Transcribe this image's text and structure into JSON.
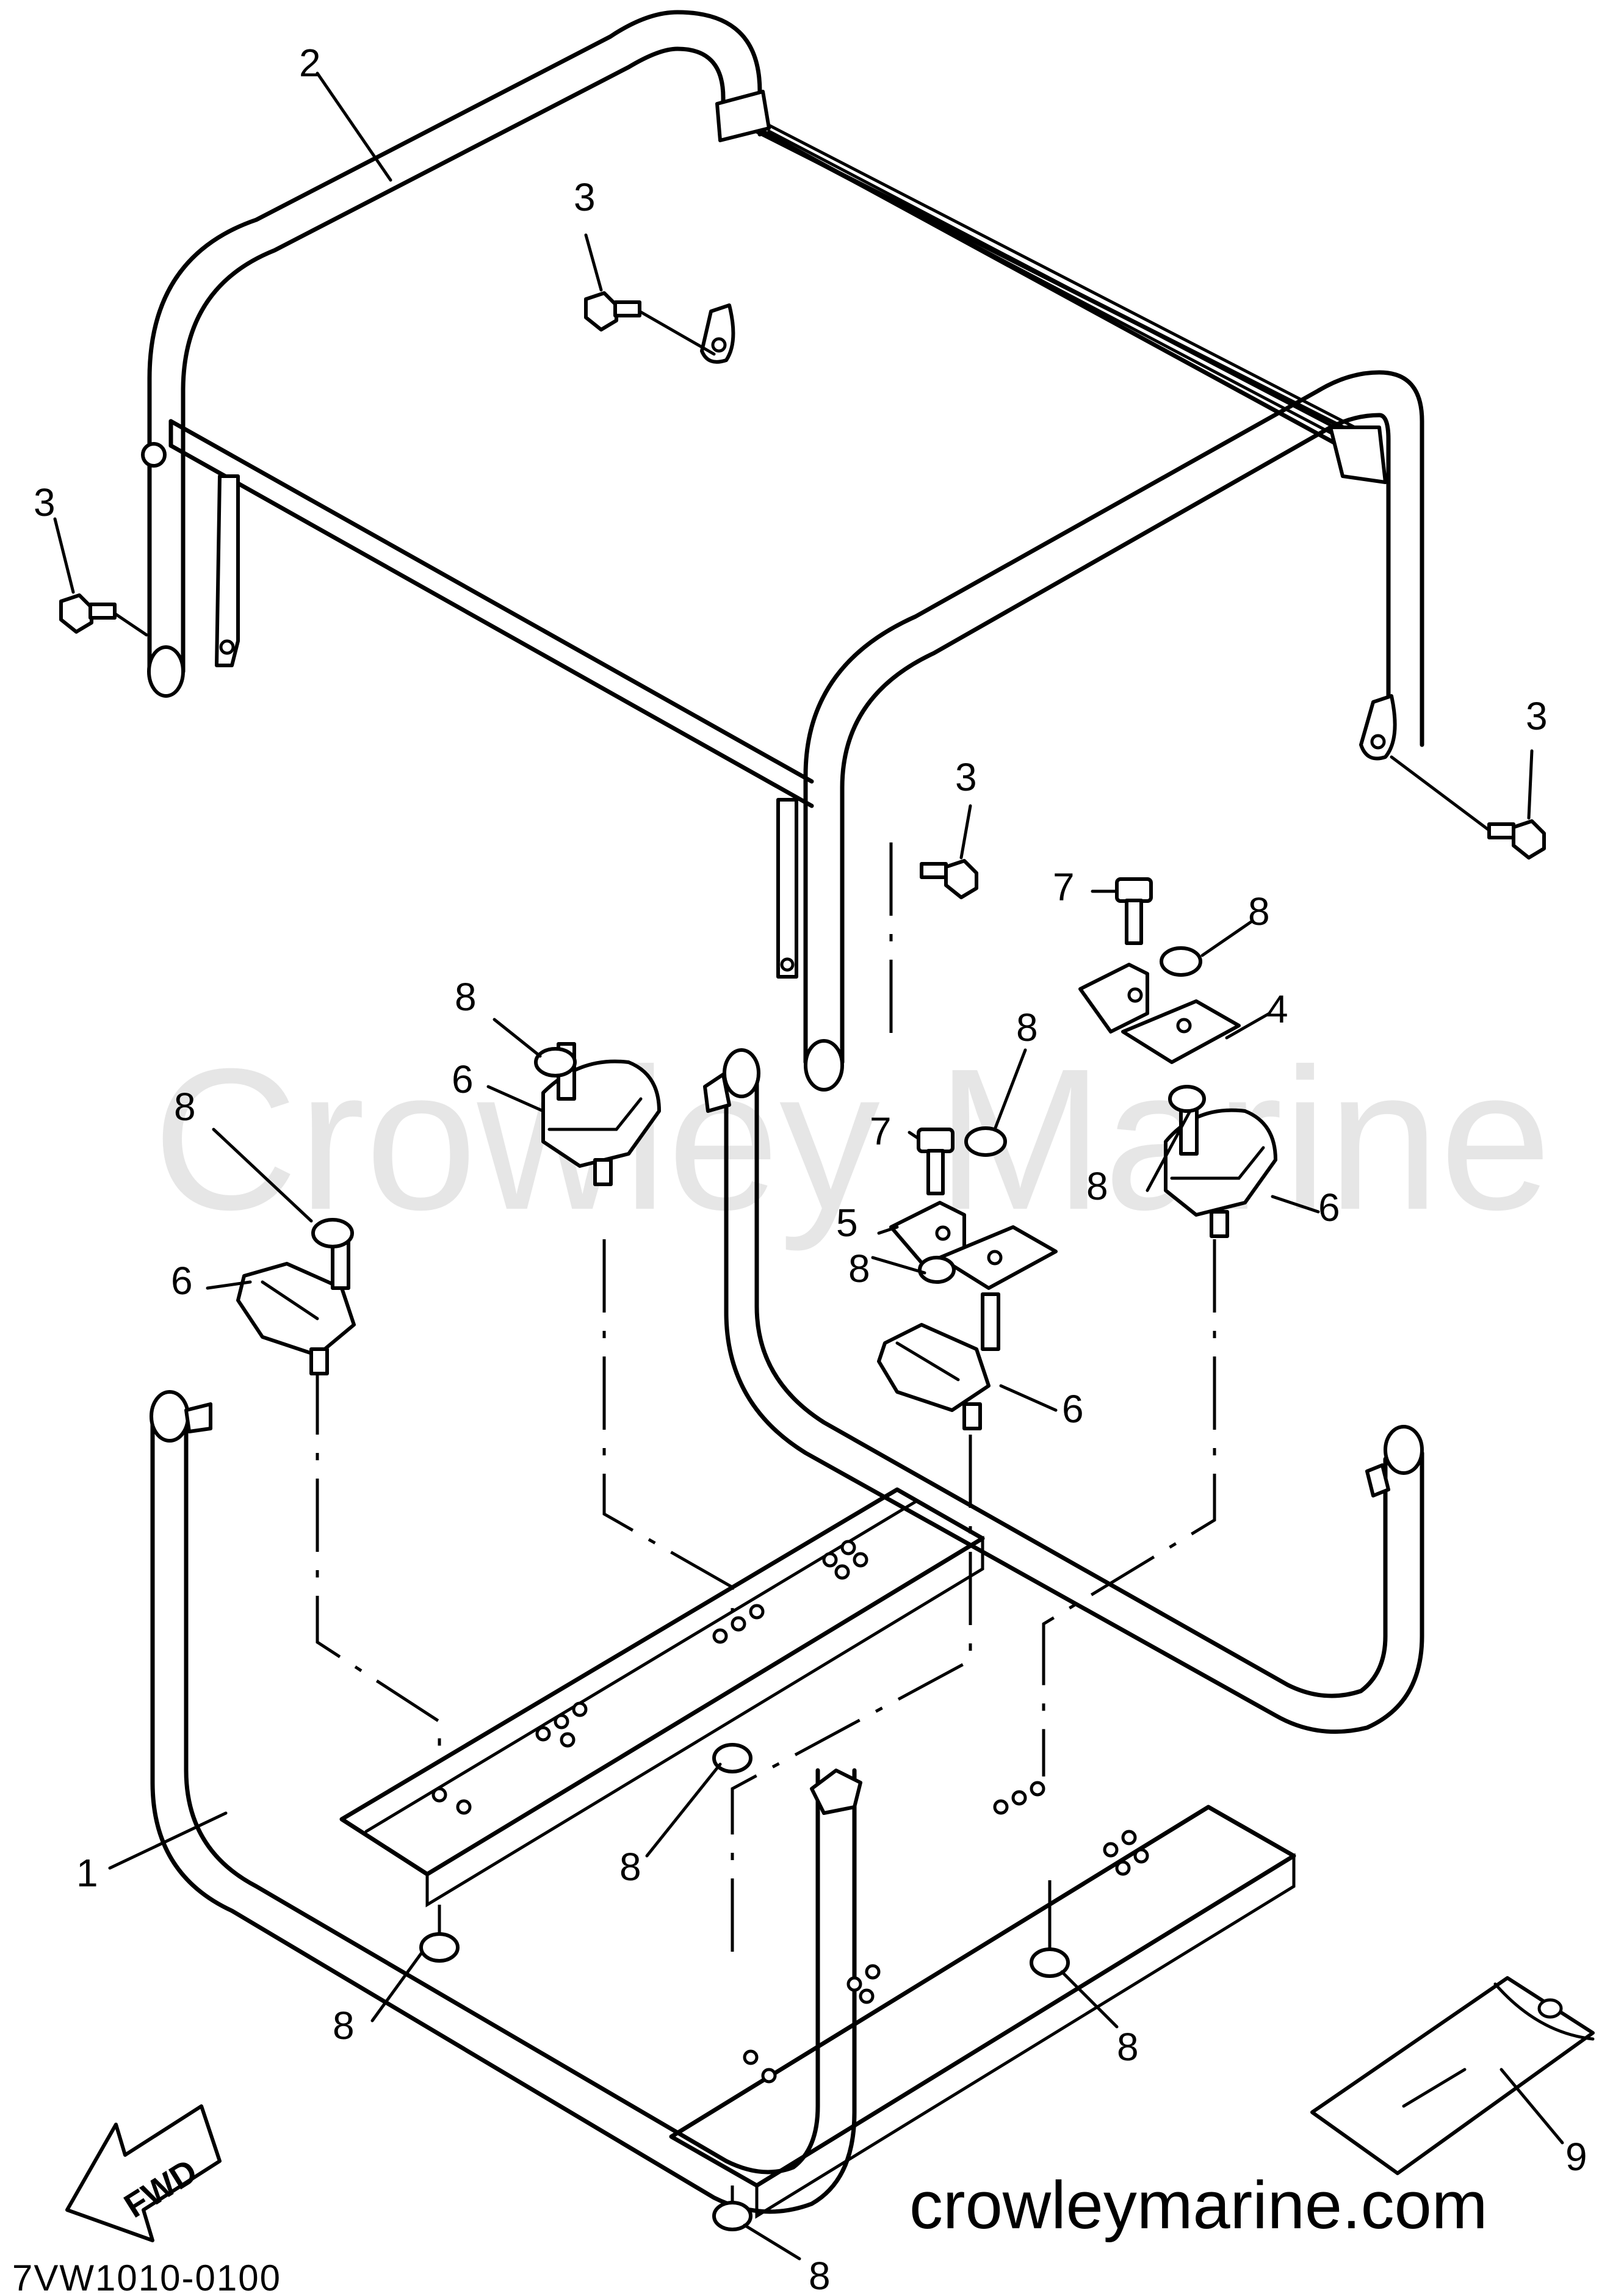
{
  "diagram": {
    "watermark": "Crowley Marine",
    "website": "crowleymarine.com",
    "drawing_code": "7VW1010-0100",
    "fwd_label": "FWD",
    "callouts": {
      "c1": "1",
      "c2": "2",
      "c3a": "3",
      "c3b": "3",
      "c3c": "3",
      "c3d": "3",
      "c4": "4",
      "c5": "5",
      "c6a": "6",
      "c6b": "6",
      "c6c": "6",
      "c6d": "6",
      "c7a": "7",
      "c7b": "7",
      "c8a": "8",
      "c8b": "8",
      "c8c": "8",
      "c8d": "8",
      "c8e": "8",
      "c8f": "8",
      "c8g": "8",
      "c8h": "8",
      "c8i": "8",
      "c9": "9"
    }
  }
}
